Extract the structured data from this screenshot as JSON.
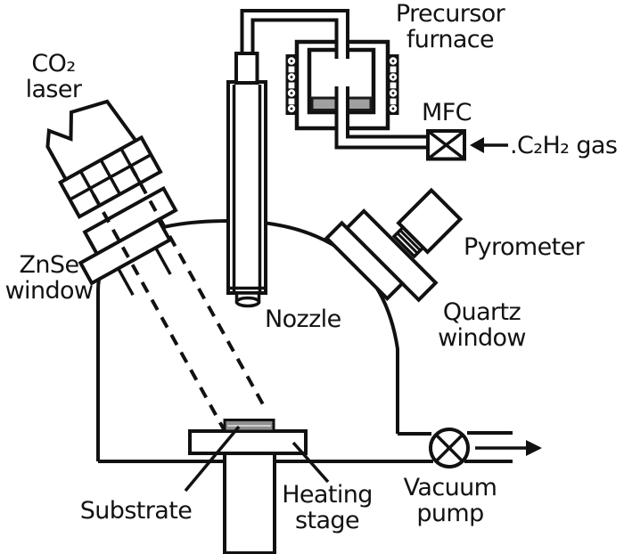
{
  "figure": {
    "type": "schematic-diagram",
    "subject": "Laser-assisted chemical vapor deposition chamber setup"
  },
  "labels": {
    "co2_laser": {
      "line1": "CO₂",
      "line2": "laser"
    },
    "precursor_furnace": {
      "line1": "Precursor",
      "line2": "furnace"
    },
    "mfc": "MFC",
    "gas_in": ".C₂H₂ gas",
    "znse_window": {
      "line1": "ZnSe",
      "line2": "window"
    },
    "nozzle": "Nozzle",
    "pyrometer": "Pyrometer",
    "quartz_window": {
      "line1": "Quartz",
      "line2": "window"
    },
    "substrate": "Substrate",
    "heating_stage": {
      "line1": "Heating",
      "line2": "stage"
    },
    "vacuum_pump": {
      "line1": "Vacuum",
      "line2": "pump"
    }
  },
  "icons": {
    "mfc_valve": "box-with-x-valve",
    "vacuum_pump": "circle-with-x-pump",
    "laser_beam": "dashed-converging-lines",
    "furnace_heater": "coil-dot-columns",
    "gas_flow_in_arrow": "left-arrow",
    "exhaust_arrow": "right-arrow"
  },
  "colors": {
    "ink": "#111111",
    "paper": "#ffffff",
    "precursor_liquid": "#a0a0a0",
    "substrate_fill": "#8f8f8f"
  }
}
